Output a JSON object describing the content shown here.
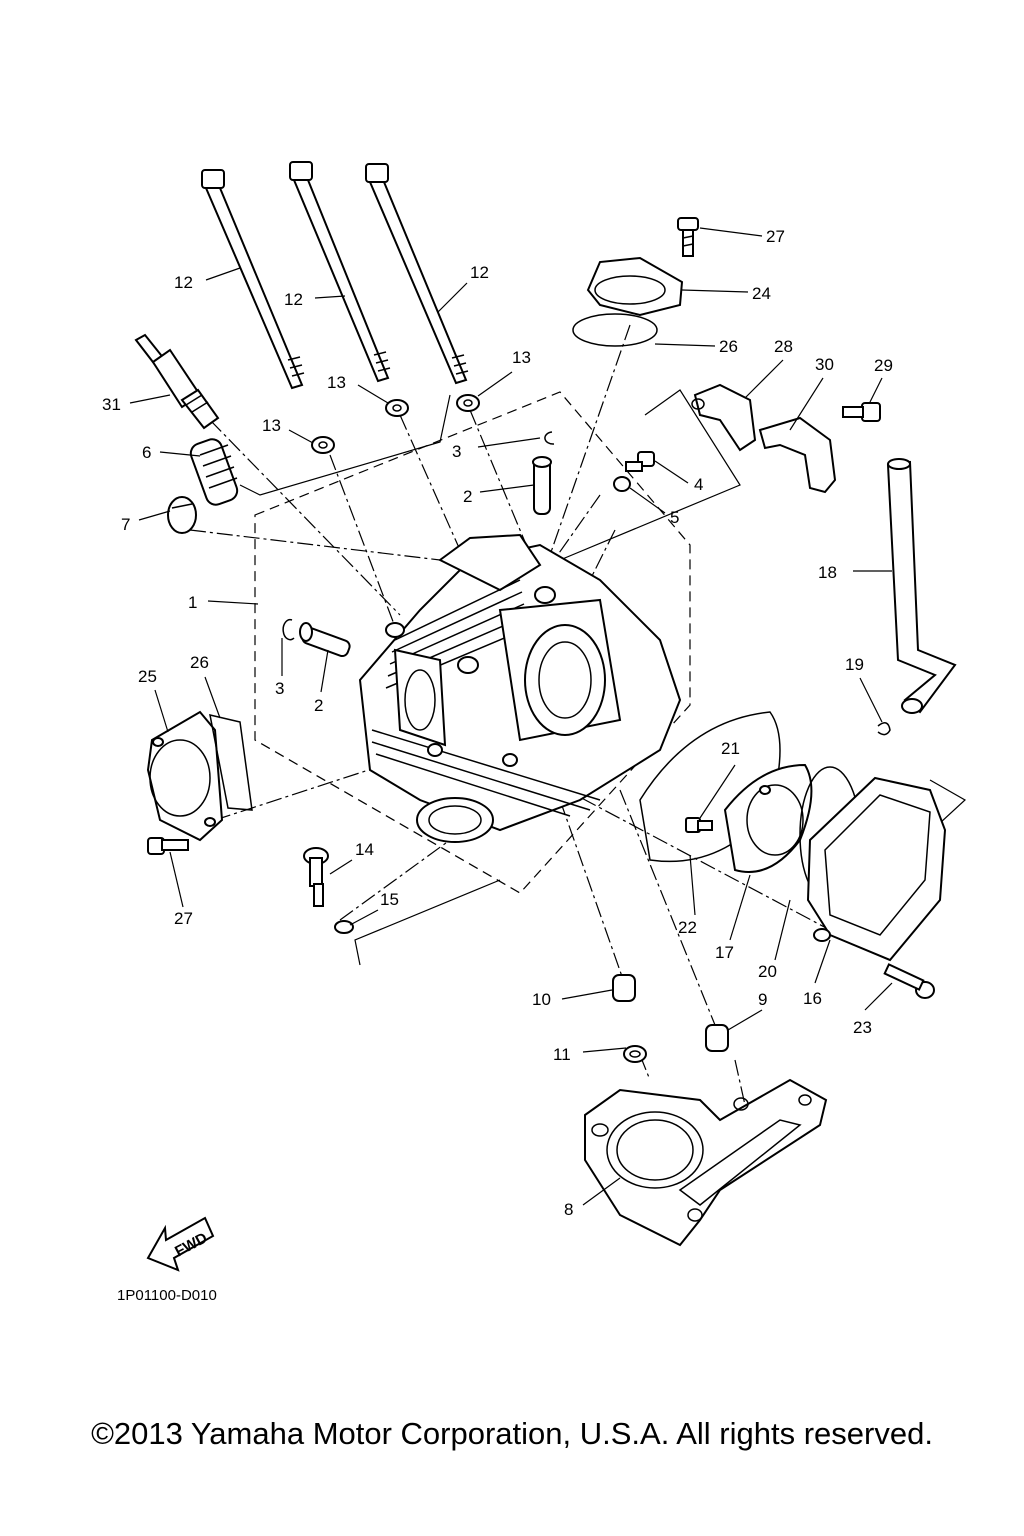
{
  "diagram_code": "1P01100-D010",
  "fwd_label": "FWD",
  "copyright": "©2013 Yamaha Motor Corporation, U.S.A. All rights reserved.",
  "callouts": {
    "c12a": "12",
    "c12b": "12",
    "c12c": "12",
    "c13a": "13",
    "c13b": "13",
    "c13c": "13",
    "c31": "31",
    "c6": "6",
    "c7": "7",
    "c3a": "3",
    "c2a": "2",
    "c3b": "3",
    "c2b": "2",
    "c1": "1",
    "c27a": "27",
    "c24": "24",
    "c26a": "26",
    "c28": "28",
    "c30": "30",
    "c29": "29",
    "c4": "4",
    "c5": "5",
    "c18": "18",
    "c19": "19",
    "c25": "25",
    "c26b": "26",
    "c27b": "27",
    "c14": "14",
    "c15": "15",
    "c21": "21",
    "c22": "22",
    "c17": "17",
    "c20": "20",
    "c16": "16",
    "c23": "23",
    "c10": "10",
    "c9": "9",
    "c11": "11",
    "c8": "8"
  }
}
